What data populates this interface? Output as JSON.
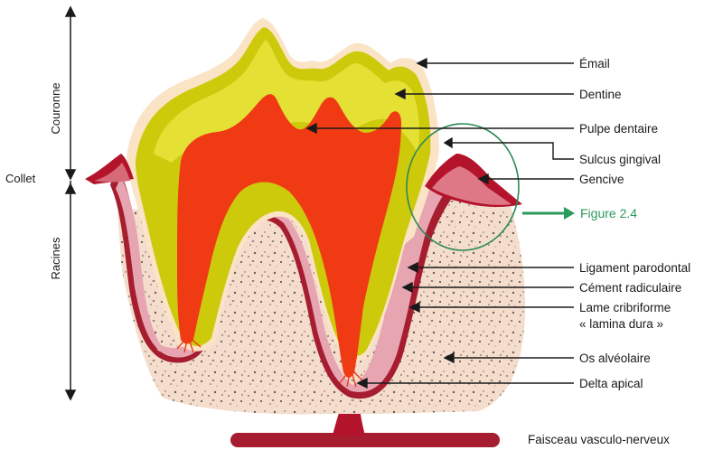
{
  "labels": {
    "email": "Émail",
    "dentine": "Dentine",
    "pulpe": "Pulpe dentaire",
    "sulcus": "Sulcus gingival",
    "gencive": "Gencive",
    "figure_ref": "Figure 2.4",
    "ligament": "Ligament parodontal",
    "cement": "Cément radiculaire",
    "lame_line1": "Lame cribriforme",
    "lame_line2": "« lamina dura »",
    "os": "Os alvéolaire",
    "delta": "Delta apical",
    "faisceau": "Faisceau vasculo-nerveux"
  },
  "side_labels": {
    "couronne": "Couronne",
    "collet": "Collet",
    "racines": "Racines"
  },
  "colors": {
    "enamel": "#fbe7c9",
    "dentine": "#cfcf00",
    "dentine_light": "#e6e34a",
    "pulp": "#ef3a14",
    "root_membrane": "#a51d2e",
    "cement": "#e6a7b4",
    "bone": "#f4ddcc",
    "gum": "#b3142c",
    "circle": "#2a8a55",
    "figure_arrow": "#2a9a5a"
  }
}
